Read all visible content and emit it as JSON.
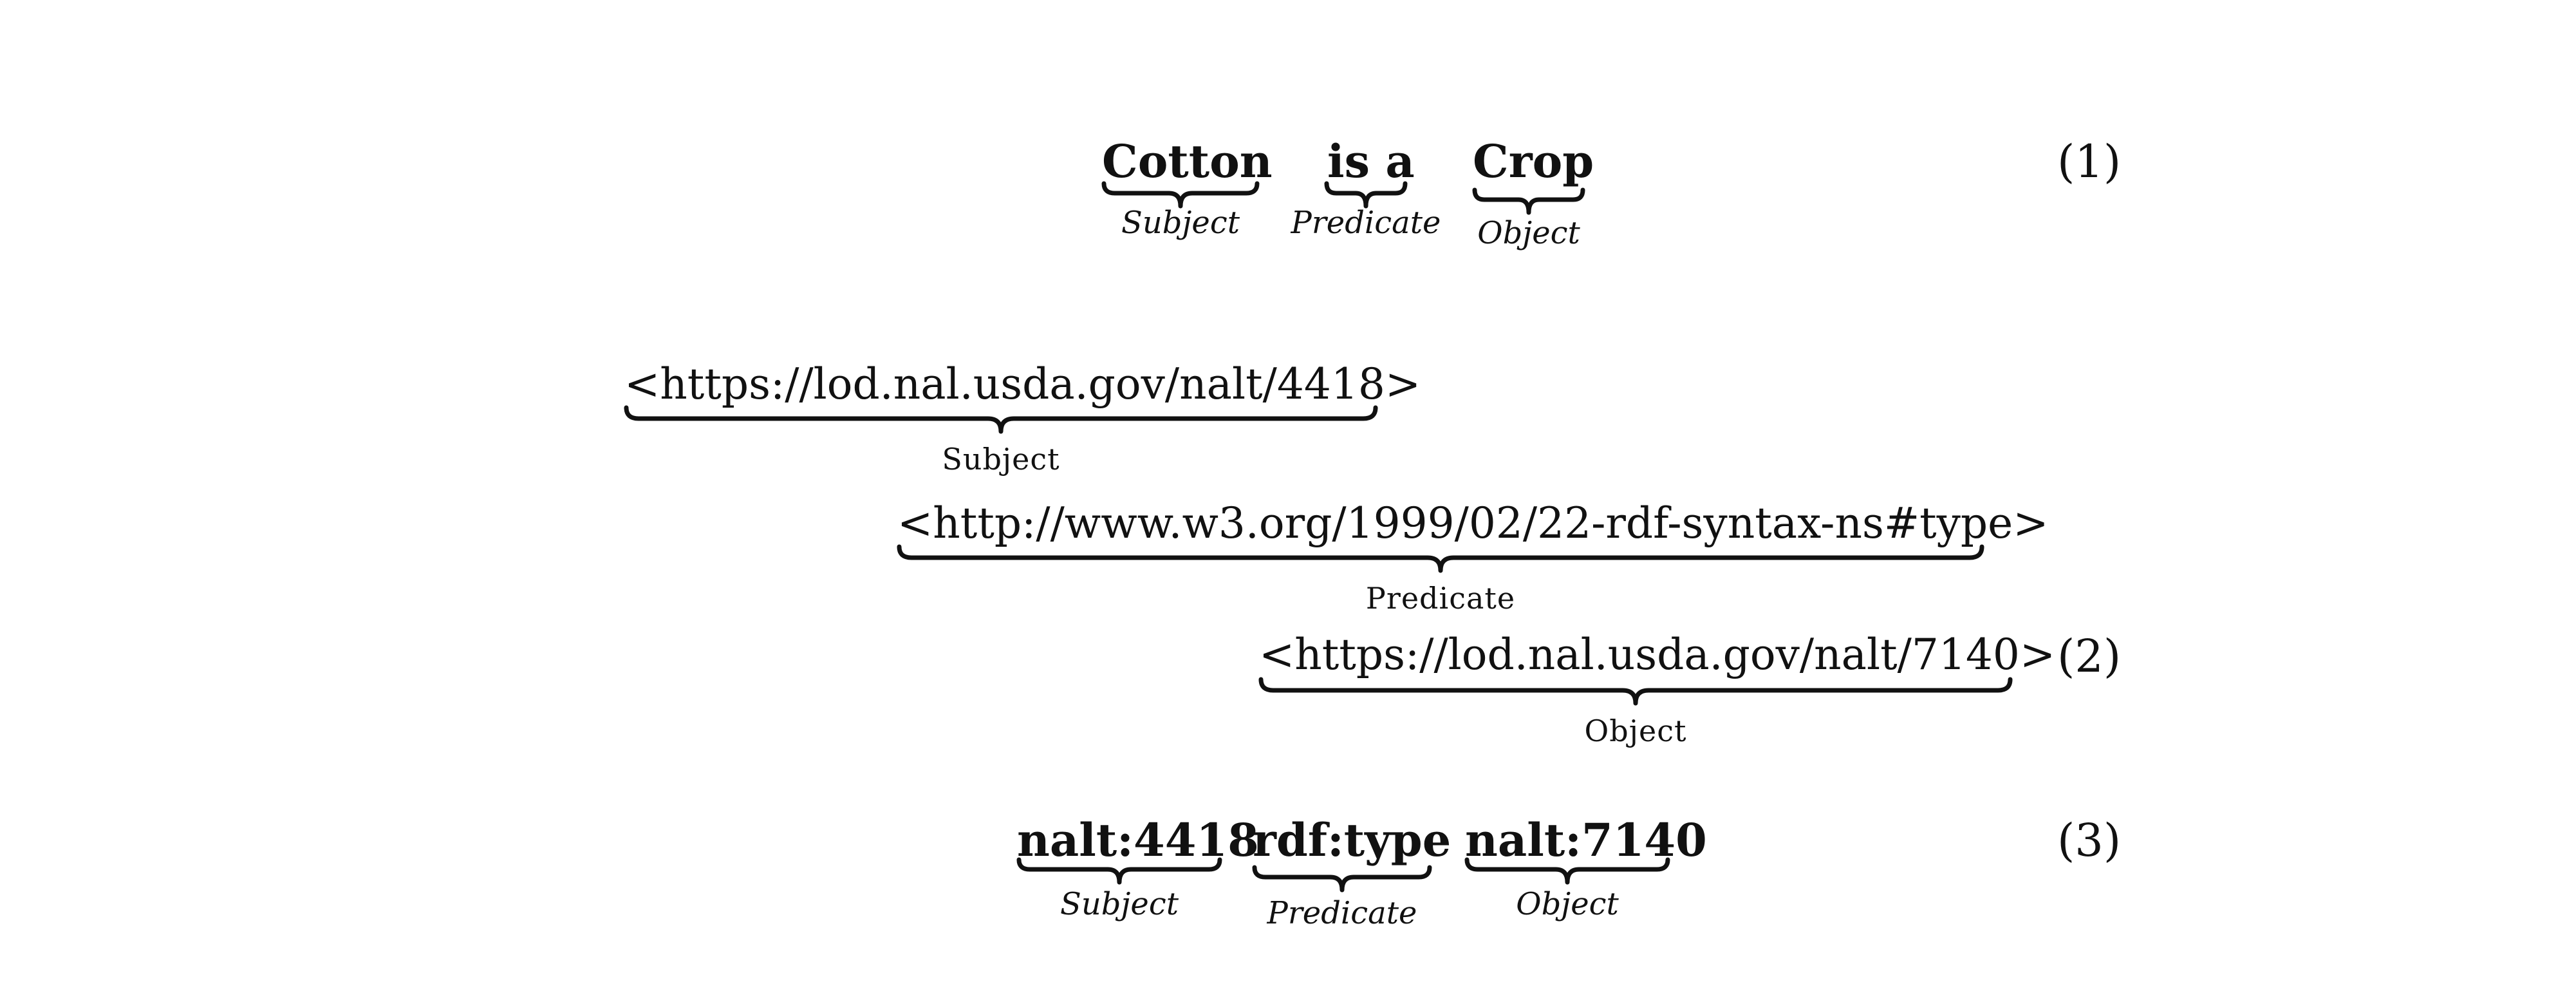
{
  "equations": [
    {
      "number": "(1)",
      "terms": [
        {
          "text": "Cotton",
          "role": "Subject"
        },
        {
          "text": "is a",
          "role": "Predicate"
        },
        {
          "text": "Crop",
          "role": "Object"
        }
      ]
    },
    {
      "number": "(2)",
      "terms": [
        {
          "text": "<https://lod.nal.usda.gov/nalt/4418>",
          "role": "Subject"
        },
        {
          "text": "<http://www.w3.org/1999/02/22-rdf-syntax-ns#type>",
          "role": "Predicate"
        },
        {
          "text": "<https://lod.nal.usda.gov/nalt/7140>",
          "role": "Object"
        }
      ]
    },
    {
      "number": "(3)",
      "terms": [
        {
          "text": "nalt:4418",
          "role": "Subject"
        },
        {
          "text": "rdf:type",
          "role": "Predicate"
        },
        {
          "text": "nalt:7140",
          "role": "Object"
        }
      ]
    }
  ]
}
